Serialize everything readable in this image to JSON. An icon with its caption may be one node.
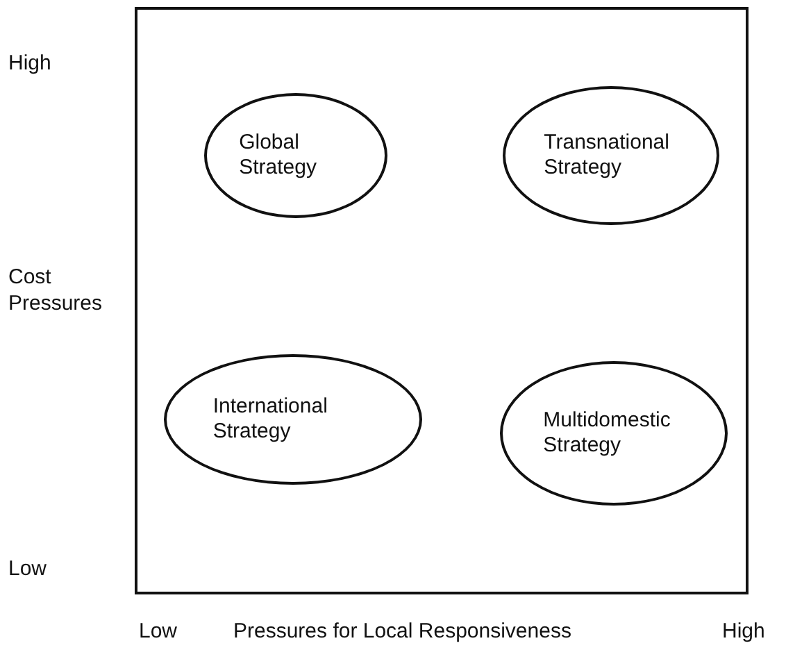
{
  "diagram": {
    "nodes": [
      {
        "text": [],
        "shape": "box"
      },
      {
        "text": [
          "Global Strategy"
        ],
        "in": 0
      },
      {
        "text": [
          "Transnational Strategy"
        ],
        "in": 0
      },
      {
        "text": [
          "International Strategy"
        ],
        "in": 0
      },
      {
        "text": [
          "Multidomestic Strategy"
        ],
        "in": 0
      }
    ],
    "edges": [],
    "labels": [
      "High",
      "Cost Pressures",
      "Low",
      "Low",
      "Pressures for Local Responsiveness",
      "High"
    ]
  }
}
